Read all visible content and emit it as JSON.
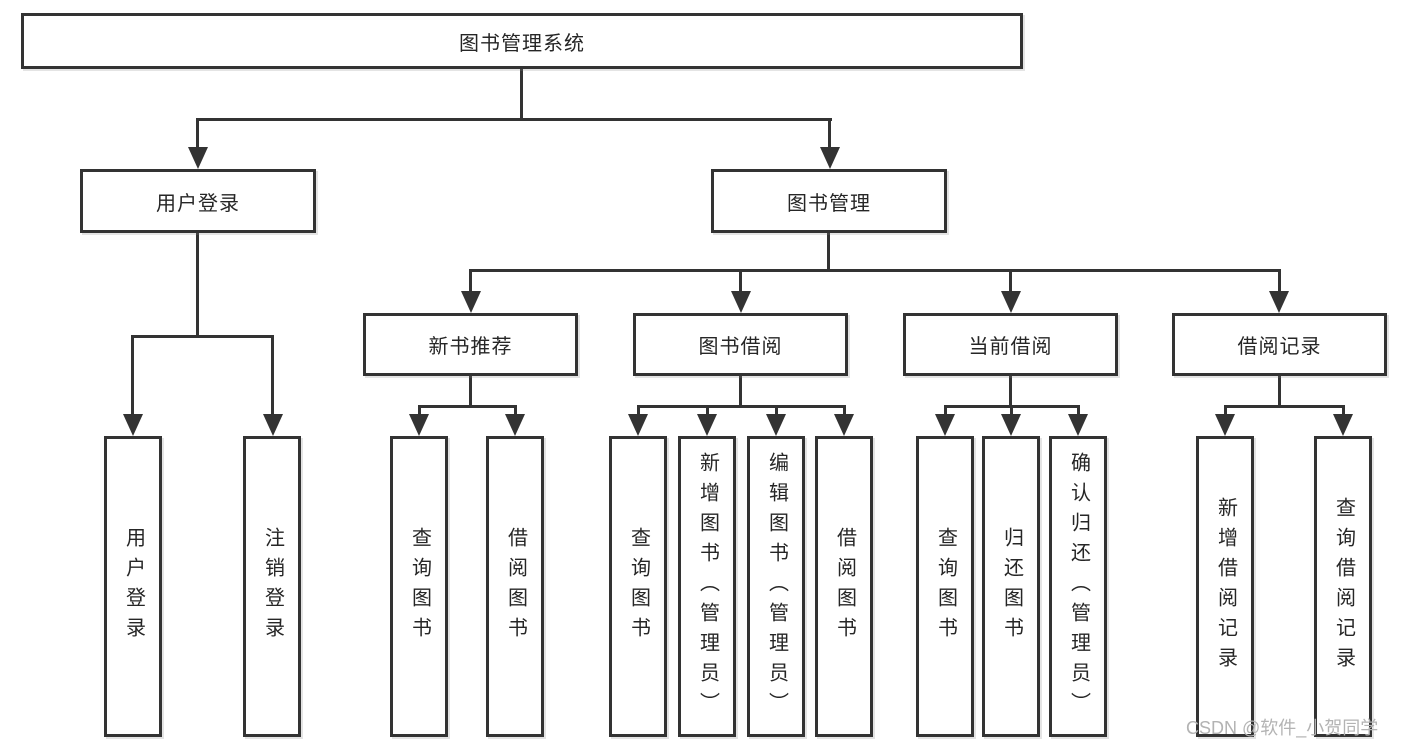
{
  "diagram": {
    "title": "图书管理系统",
    "nodes": {
      "root": "图书管理系统",
      "user_login": "用户登录",
      "book_management": "图书管理",
      "new_book_recommend": "新书推荐",
      "book_borrow": "图书借阅",
      "current_borrow": "当前借阅",
      "borrow_record": "借阅记录",
      "leaf_user_login": "用户登录",
      "leaf_logout": "注销登录",
      "leaf_nbr_query_book": "查询图书",
      "leaf_nbr_borrow_book": "借阅图书",
      "leaf_bb_query_book": "查询图书",
      "leaf_bb_add_book_admin": "新增图书（管理员）",
      "leaf_bb_edit_book_admin": "编辑图书（管理员）",
      "leaf_bb_borrow_book": "借阅图书",
      "leaf_cb_query_book": "查询图书",
      "leaf_cb_return_book": "归还图书",
      "leaf_cb_confirm_return_admin": "确认归还（管理员）",
      "leaf_br_add_record": "新增借阅记录",
      "leaf_br_query_record": "查询借阅记录"
    },
    "watermark": "CSDN @软件_小贺同学",
    "colors": {
      "line": "#333333",
      "border": "#333333",
      "text": "#262626",
      "watermark": "#b3b3b3",
      "background": "#ffffff"
    }
  }
}
